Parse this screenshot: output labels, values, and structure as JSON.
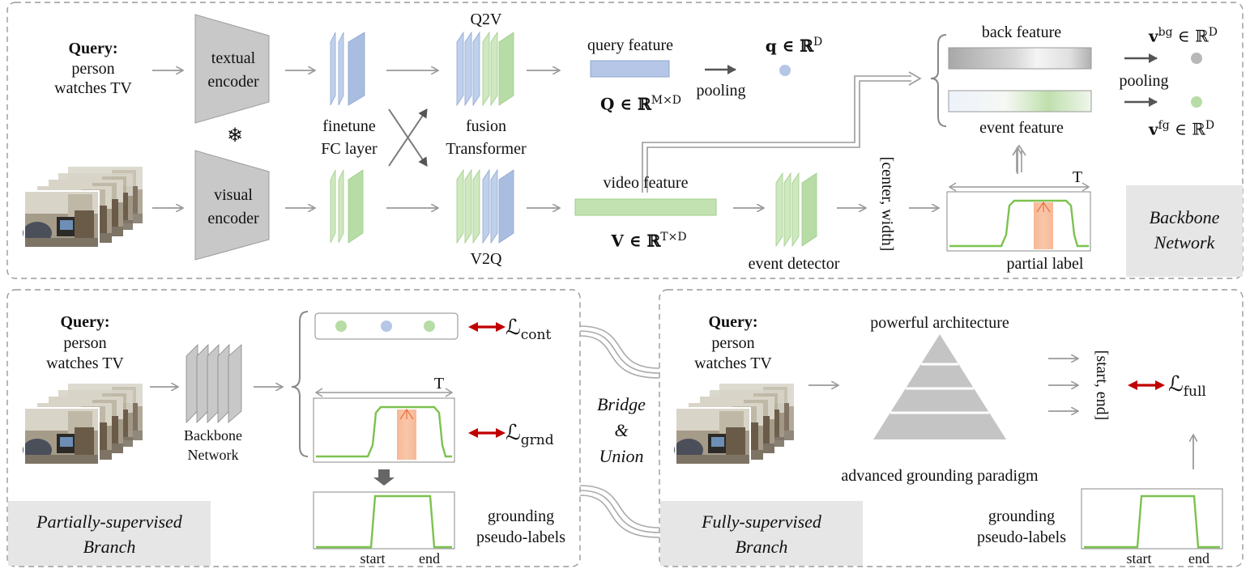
{
  "backbone": {
    "query_label": "Query:",
    "query_text_1": "person",
    "query_text_2": "watches TV",
    "textual_encoder_1": "textual",
    "textual_encoder_2": "encoder",
    "visual_encoder_1": "visual",
    "visual_encoder_2": "encoder",
    "frozen_symbol": "❄",
    "finetune_1": "finetune",
    "finetune_2": "FC layer",
    "q2v": "Q2V",
    "v2q": "V2Q",
    "fusion_1": "fusion",
    "fusion_2": "Transformer",
    "query_feature": "query feature",
    "query_matrix": "Q ∈ ℝ",
    "query_matrix_sup": "M×D",
    "pooling": "pooling",
    "q_vec": "q ∈ ℝ",
    "q_vec_sup": "D",
    "video_feature": "video feature",
    "video_matrix": "V ∈ ℝ",
    "video_matrix_sup": "T×D",
    "event_detector": "event detector",
    "center_width": "[center, width]",
    "back_feature": "back feature",
    "event_feature": "event feature",
    "pooling2": "pooling",
    "vbg": "v",
    "vbg_sup": "bg",
    "vbg_rest": " ∈ ℝ",
    "vbg_rest_sup": "D",
    "vfg": "v",
    "vfg_sup": "fg",
    "vfg_rest": " ∈ ℝ",
    "vfg_rest_sup": "D",
    "partial_T": "T",
    "partial_label": "partial label",
    "panel_1": "Backbone",
    "panel_2": "Network"
  },
  "partial": {
    "query_label": "Query:",
    "query_text_1": "person",
    "query_text_2": "watches TV",
    "backbone_1": "Backbone",
    "backbone_2": "Network",
    "loss_cont": "ℒ",
    "loss_cont_sub": "cont",
    "loss_grnd": "ℒ",
    "loss_grnd_sub": "grnd",
    "T_label": "T",
    "pseudo_1": "grounding",
    "pseudo_2": "pseudo-labels",
    "start": "start",
    "end": "end",
    "panel_1": "Partially-supervised",
    "panel_2": "Branch"
  },
  "bridge": {
    "line_1": "Bridge",
    "line_2": "&",
    "line_3": "Union"
  },
  "full": {
    "query_label": "Query:",
    "query_text_1": "person",
    "query_text_2": "watches TV",
    "powerful": "powerful architecture",
    "advanced": "advanced grounding paradigm",
    "start_end": "[start, end]",
    "loss_full": "ℒ",
    "loss_full_sub": "full",
    "pseudo_1": "grounding",
    "pseudo_2": "pseudo-labels",
    "start": "start",
    "end": "end",
    "panel_1": "Fully-supervised",
    "panel_2": "Branch"
  },
  "colors": {
    "blue": "#a9bde0",
    "green": "#b7dca6",
    "gray": "#c8c8c8",
    "red_arrow": "#c00000",
    "curve": "#7cc24f",
    "peak": "#f4a582"
  }
}
